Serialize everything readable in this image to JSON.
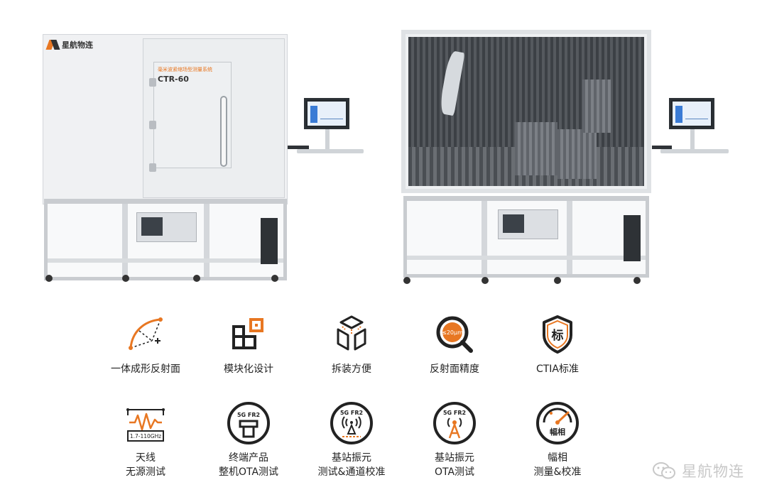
{
  "brand": {
    "logo_text": "星航物连",
    "door_subtitle": "毫米波紧缩场型测量系统",
    "model": "CTR-60"
  },
  "colors": {
    "accent": "#e87722",
    "dark": "#222222",
    "watermark": "#c8c8c8"
  },
  "features": [
    {
      "icon": "reflector-curve-icon",
      "label": "一体成形反射面"
    },
    {
      "icon": "modular-blocks-icon",
      "label": "模块化设计"
    },
    {
      "icon": "disassembly-cube-icon",
      "label": "拆装方便"
    },
    {
      "icon": "precision-magnifier-icon",
      "label": "反射面精度",
      "badge": "≤20μm"
    },
    {
      "icon": "standard-shield-icon",
      "label": "CTIA标准",
      "badge": "标"
    },
    {
      "icon": "frequency-wave-icon",
      "label_line1": "天线",
      "label_line2": "无源测试",
      "badge": "1.7-110GHz"
    },
    {
      "icon": "terminal-device-icon",
      "label_line1": "终端产品",
      "label_line2": "整机OTA测试",
      "badge": "5G FR2"
    },
    {
      "icon": "antenna-element-icon",
      "label_line1": "基站振元",
      "label_line2": "测试&通道校准",
      "badge": "5G FR2"
    },
    {
      "icon": "base-station-tower-icon",
      "label_line1": "基站振元",
      "label_line2": "OTA测试",
      "badge": "5G FR2"
    },
    {
      "icon": "amplitude-phase-gauge-icon",
      "label_line1": "幅相",
      "label_line2": "测量&校准",
      "badge": "幅相"
    }
  ],
  "watermark": {
    "text": "星航物连"
  }
}
